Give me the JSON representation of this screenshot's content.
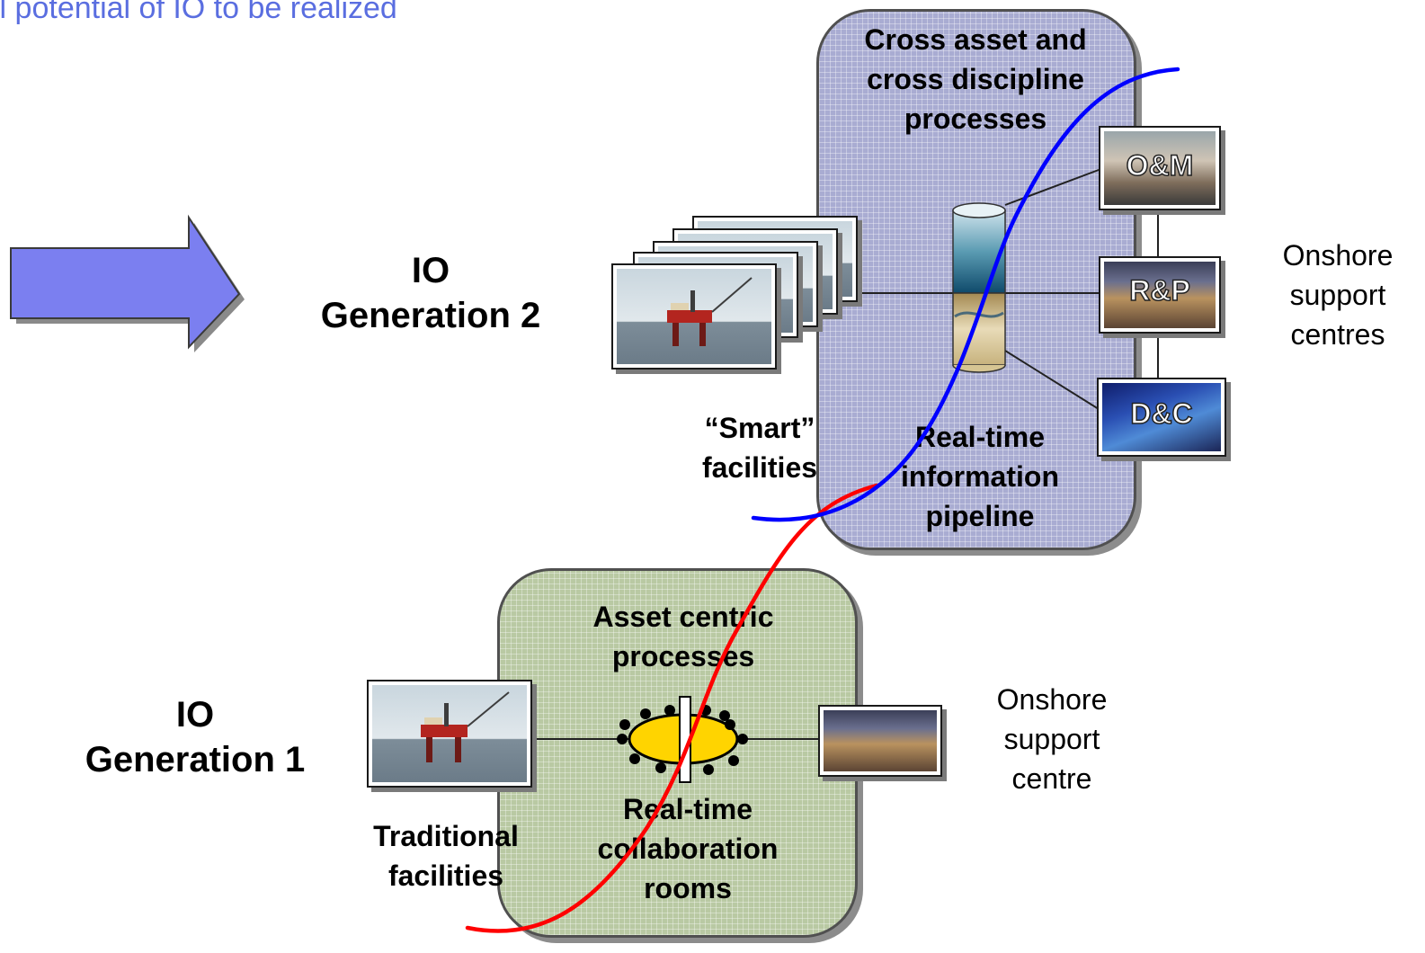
{
  "heading": "ll potential of IO to be realized",
  "gen2": {
    "title_line1": "IO",
    "title_line2": "Generation 2",
    "process_label": "Cross asset and cross discipline processes",
    "process_lines": [
      "Cross asset and",
      "cross discipline",
      "processes"
    ],
    "pipeline_lines": [
      "Real-time",
      "information",
      "pipeline"
    ],
    "facilities_lines": [
      "“Smart”",
      "facilities"
    ],
    "centres": [
      {
        "label": "O&M"
      },
      {
        "label": "R&P"
      },
      {
        "label": "D&C"
      }
    ],
    "onshore_lines": [
      "Onshore",
      "support",
      "centres"
    ]
  },
  "gen1": {
    "title_line1": "IO",
    "title_line2": "Generation 1",
    "process_lines": [
      "Asset centric",
      "processes"
    ],
    "collab_lines": [
      "Real-time",
      "collaboration",
      "rooms"
    ],
    "facilities_lines": [
      "Traditional",
      "facilities"
    ],
    "onshore_lines": [
      "Onshore",
      "support",
      "centre"
    ]
  },
  "colors": {
    "arrow": "#7b7ff0",
    "gen2_box": "#a9acd2",
    "gen1_box": "#b9c9a3",
    "curve_blue": "#0000ff",
    "curve_red": "#ff0000",
    "table": "#ffd400",
    "heading": "#5a6ee0"
  }
}
